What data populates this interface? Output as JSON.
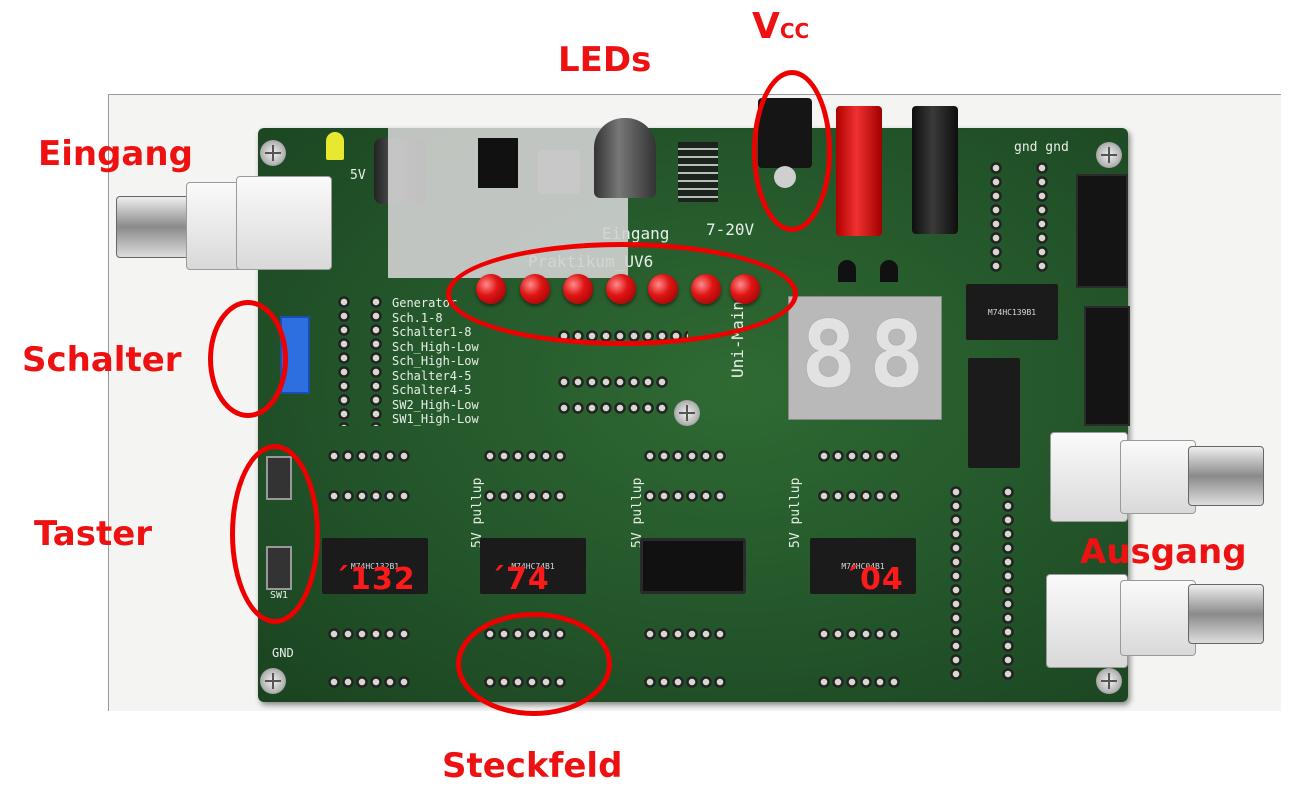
{
  "labels": {
    "vcc_main": "V",
    "vcc_sub": "CC",
    "leds": "LEDs",
    "eingang": "Eingang",
    "schalter": "Schalter",
    "taster": "Taster",
    "ausgang": "Ausgang",
    "steckfeld": "Steckfeld"
  },
  "chip_labels": {
    "chip_132": "´132",
    "chip_74": "´74",
    "chip_04": "´04"
  },
  "board_silkscreen": {
    "eingang": "Eingang",
    "voltage": "7-20V",
    "title": "Praktikum_UV6",
    "uni": "Uni-Main",
    "five_v": "5V",
    "gnd_top": "gnd gnd",
    "switch_labels": [
      "Generator",
      "Sch.1-8",
      "Schalter1-8",
      "Sch_High-Low",
      "Sch_High-Low",
      "Schalter4-5",
      "Schalter4-5",
      "SW2_High-Low",
      "SW1_High-Low"
    ],
    "pullup": "5V pullup",
    "gnd": "GND",
    "sw1": "SW1"
  },
  "colors": {
    "callout": "#ee0000",
    "board": "#23552a",
    "led": "#e01515"
  }
}
